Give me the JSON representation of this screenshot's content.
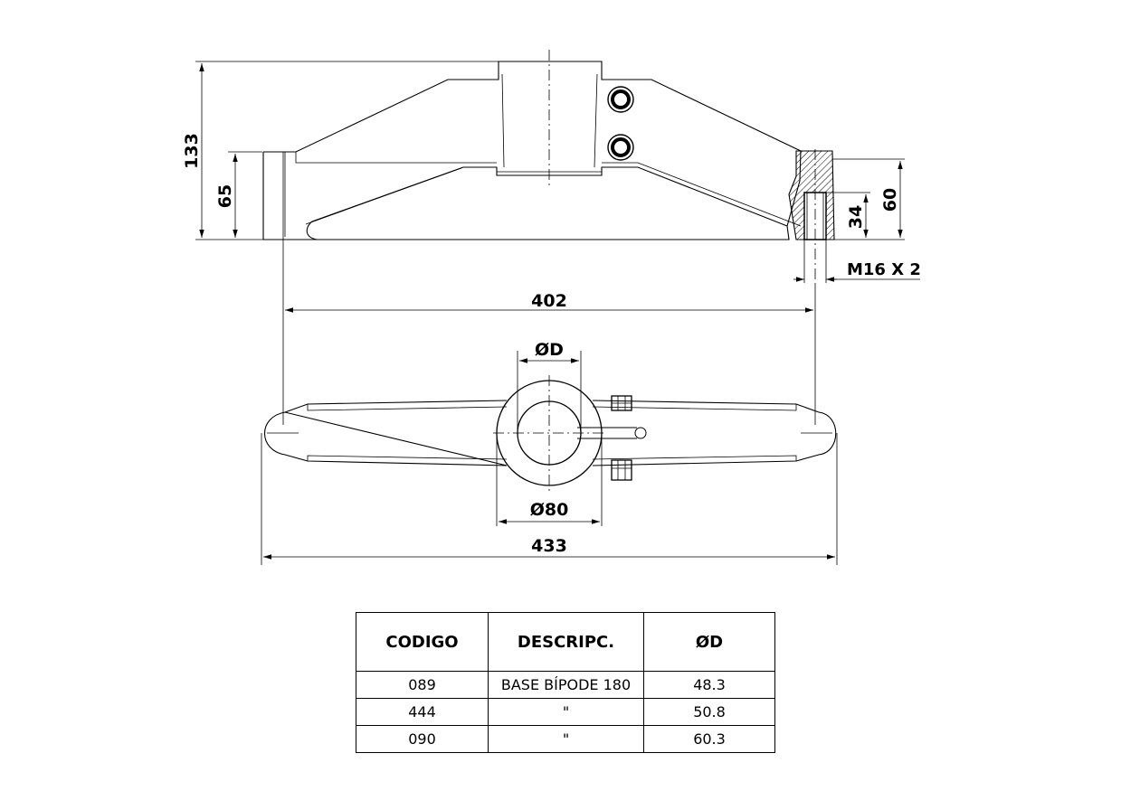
{
  "dimensions": {
    "height_total": "133",
    "height_base": "65",
    "height_right": "60",
    "height_insert": "34",
    "thread": "M16 X 2",
    "inner_span": "402",
    "tube_diameter": "ØD",
    "hub_diameter": "Ø80",
    "overall_length": "433"
  },
  "table": {
    "headers": [
      "CODIGO",
      "DESCRIPC.",
      "ØD"
    ],
    "rows": [
      [
        "089",
        "BASE BÍPODE 180",
        "48.3"
      ],
      [
        "444",
        "\"",
        "50.8"
      ],
      [
        "090",
        "\"",
        "60.3"
      ]
    ]
  }
}
